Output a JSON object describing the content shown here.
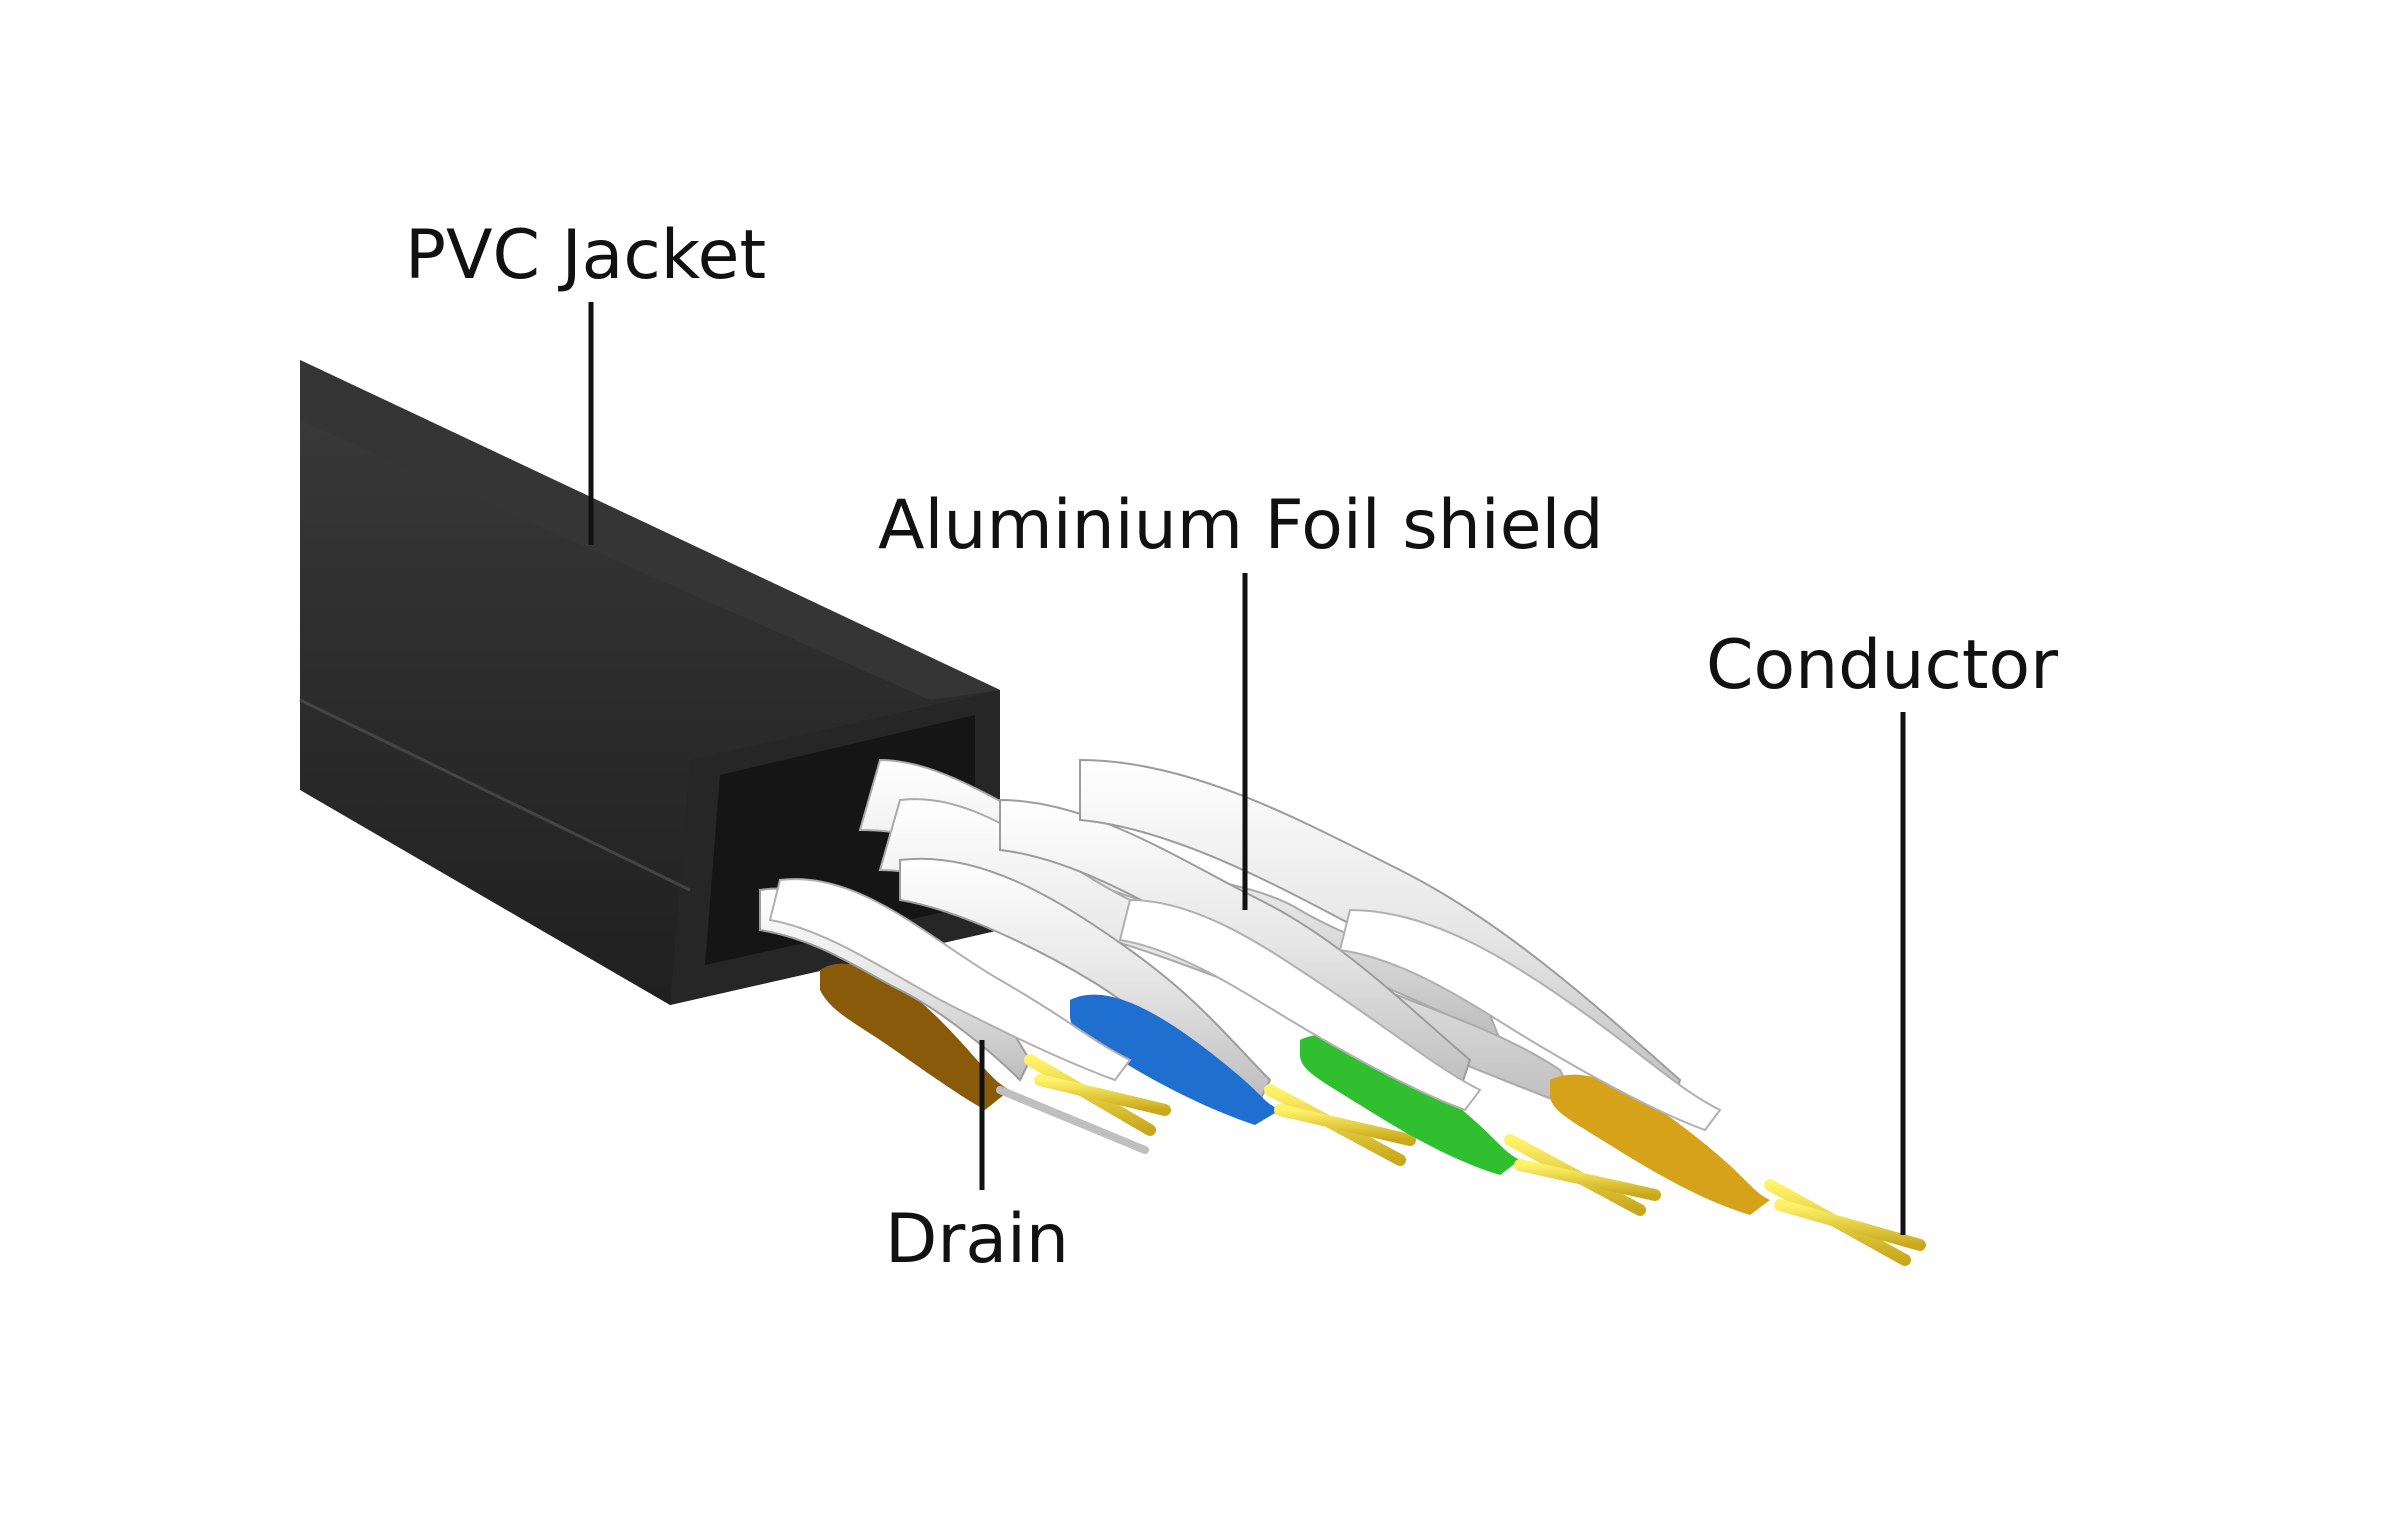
{
  "diagram": {
    "labels": {
      "jacket": "PVC Jacket",
      "foil": "Aluminium Foil shield",
      "conductor": "Conductor",
      "drain": "Drain"
    },
    "colors": {
      "jacket": "#2b2b2b",
      "foil": "#f2f2f2",
      "pair_brown": "#8a5a0b",
      "pair_blue": "#1f6fd1",
      "pair_green": "#2fbf2f",
      "pair_orange": "#d6a21a",
      "copper_wire": "#e8d24a",
      "leader_line": "#111111"
    },
    "pairs": [
      {
        "name": "brown-pair",
        "color_key": "pair_brown"
      },
      {
        "name": "blue-pair",
        "color_key": "pair_blue"
      },
      {
        "name": "green-pair",
        "color_key": "pair_green"
      },
      {
        "name": "orange-pair",
        "color_key": "pair_orange"
      }
    ]
  }
}
